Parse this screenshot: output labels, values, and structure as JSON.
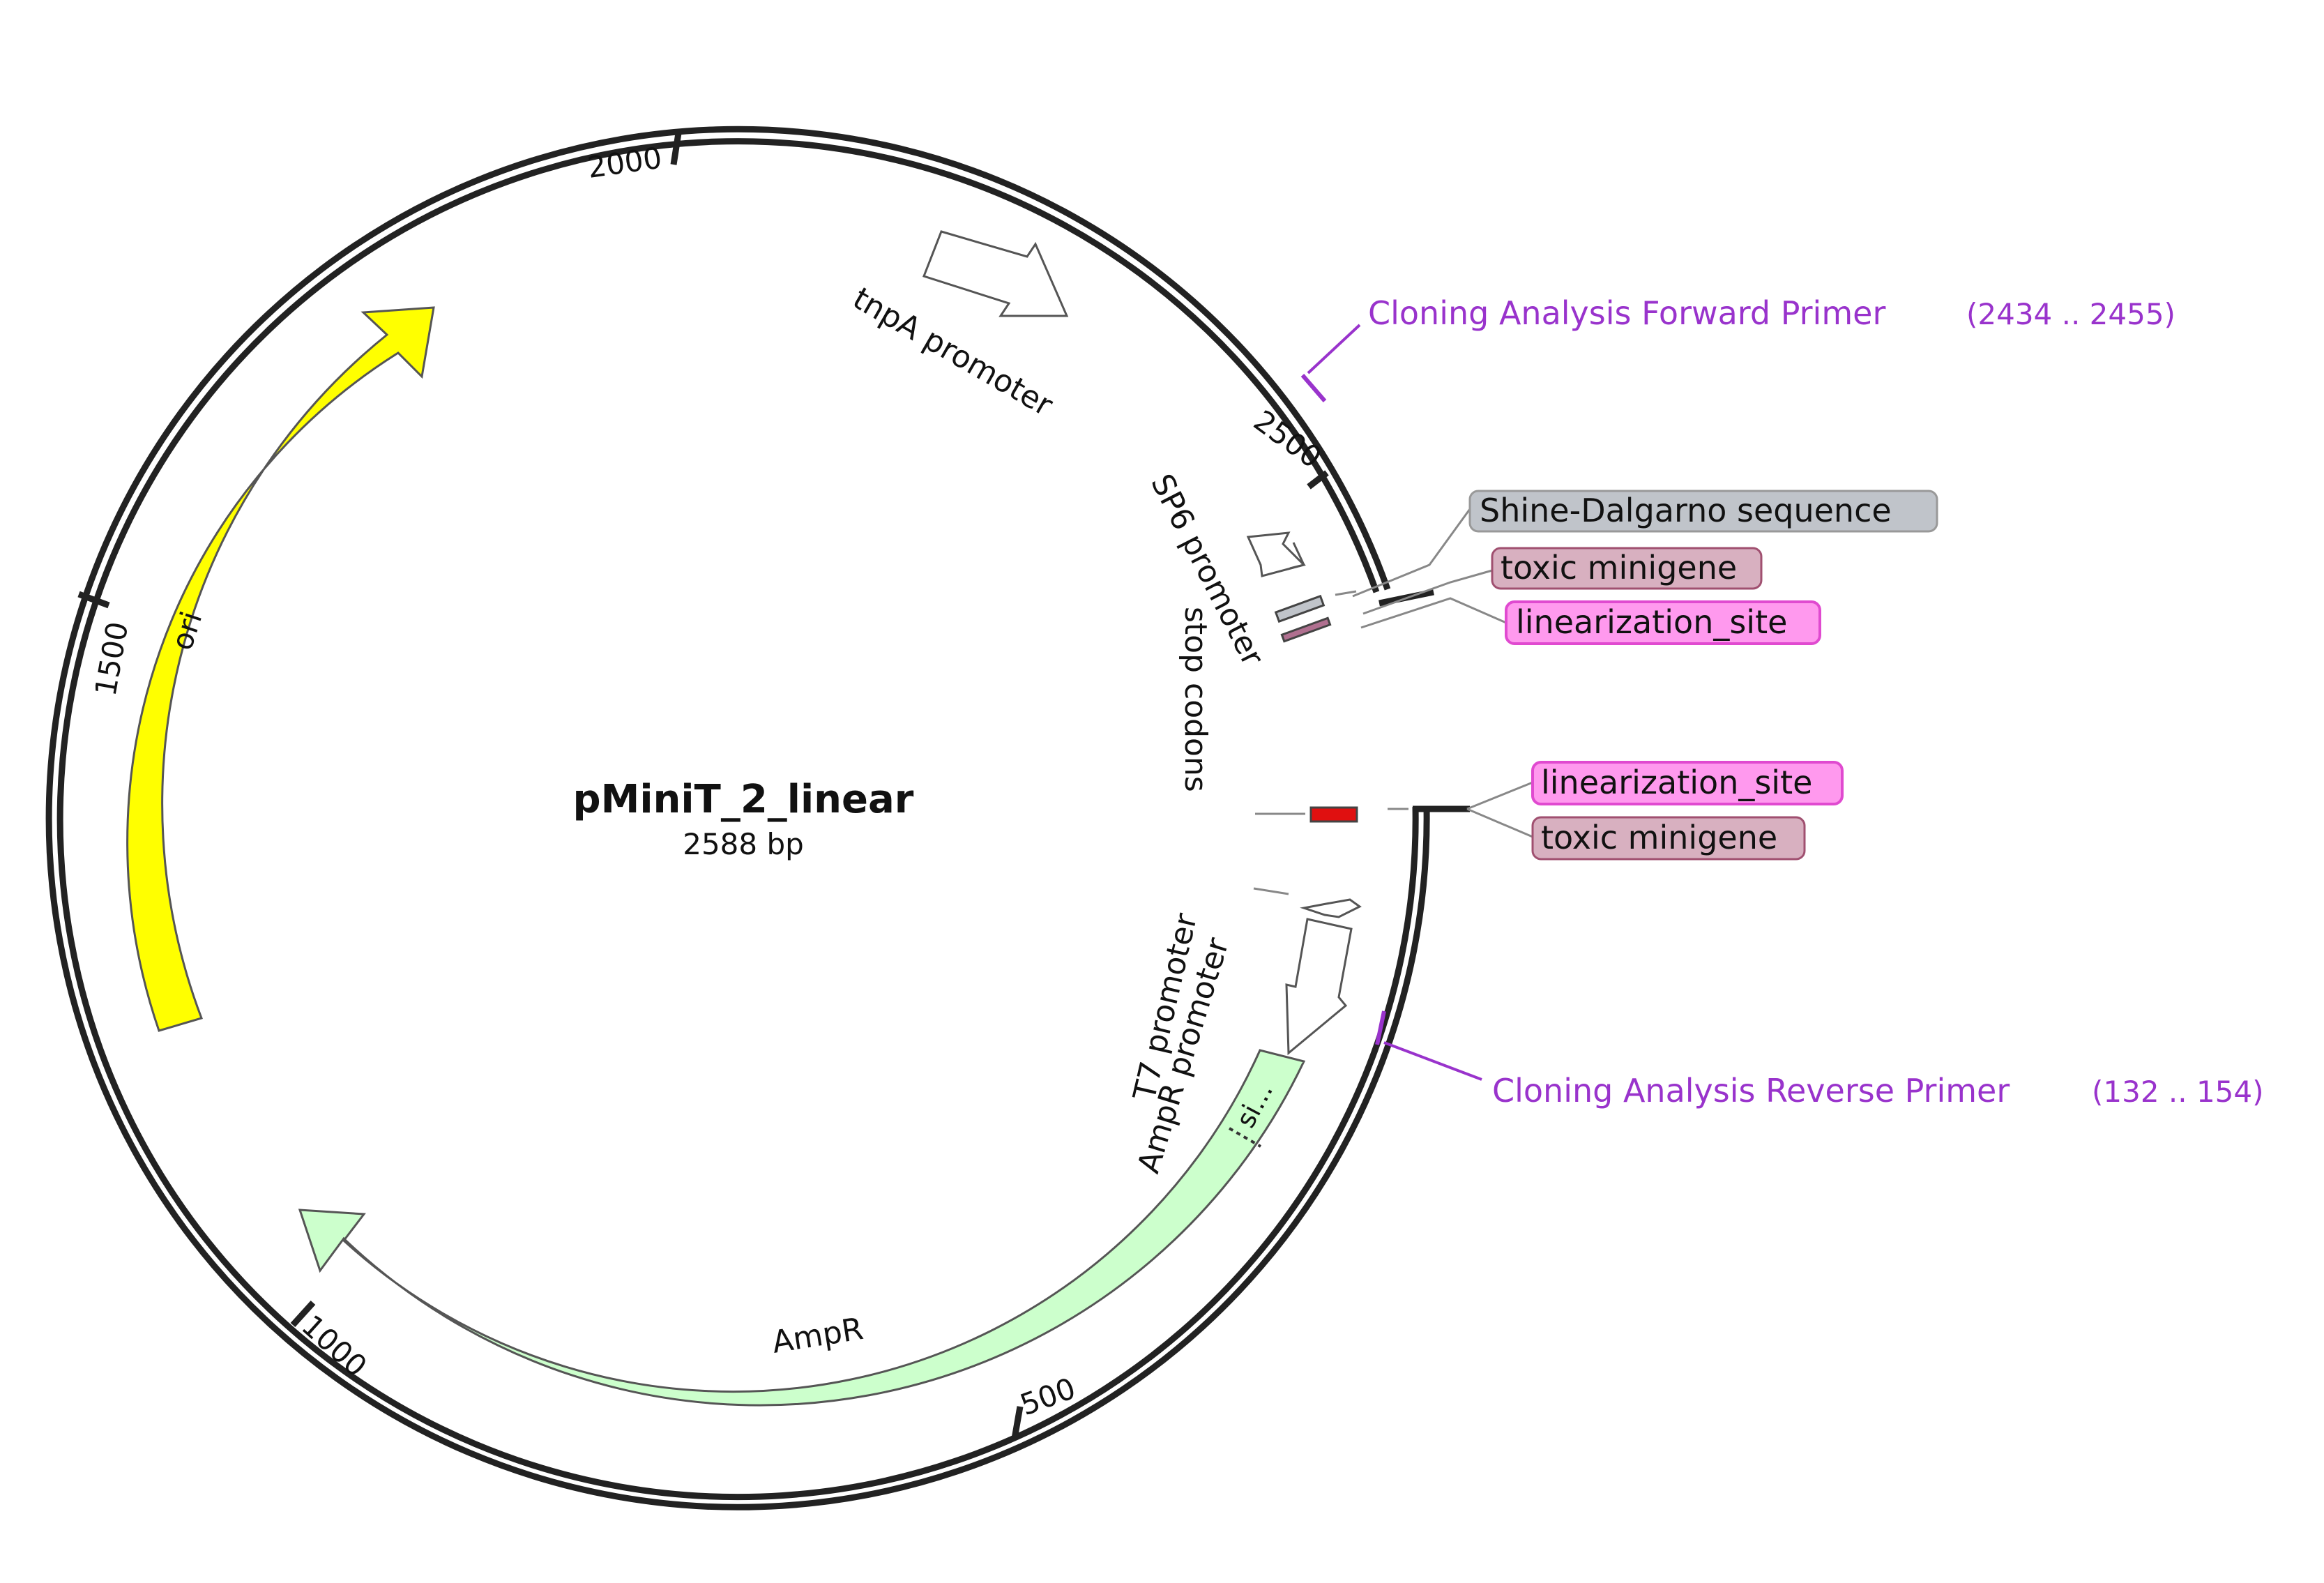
{
  "plasmid": {
    "name": "pMiniT_2_linear",
    "size_label": "2588 bp",
    "length_bp": 2588
  },
  "ticks": [
    {
      "bp": 500,
      "label": "500"
    },
    {
      "bp": 1000,
      "label": "1000"
    },
    {
      "bp": 1500,
      "label": "1500"
    },
    {
      "bp": 2000,
      "label": "2000"
    },
    {
      "bp": 2500,
      "label": "2500"
    }
  ],
  "features": {
    "tnpA_promoter": "tnpA promoter",
    "sp6_promoter": "SP6 promoter",
    "stop_codons": "stop codons",
    "t7_promoter": "T7 promoter",
    "ampr_promoter": "AmpR promoter",
    "ori": "ori",
    "ampr": "AmpR",
    "signal_sequence_truncated": "si..."
  },
  "callouts": {
    "shine_dalgarno": "Shine-Dalgarno sequence",
    "toxic_minigene_top": "toxic minigene",
    "linearization_site_top": "linearization_site",
    "linearization_site_bottom": "linearization_site",
    "toxic_minigene_bottom": "toxic minigene"
  },
  "primers": {
    "forward": {
      "name": "Cloning Analysis Forward Primer",
      "range": "(2434 .. 2455)"
    },
    "reverse": {
      "name": "Cloning Analysis Reverse Primer",
      "range": "(132 .. 154)"
    }
  },
  "colors": {
    "ori": "#ffff00",
    "ampr": "#ccffcc",
    "primer": "#9933cc",
    "shine_dalgarno": "#c0c4ca",
    "toxic_minigene": "#d8b0c0",
    "linearization_site": "#ff99ee",
    "stop_codons_box": "#e01010"
  }
}
